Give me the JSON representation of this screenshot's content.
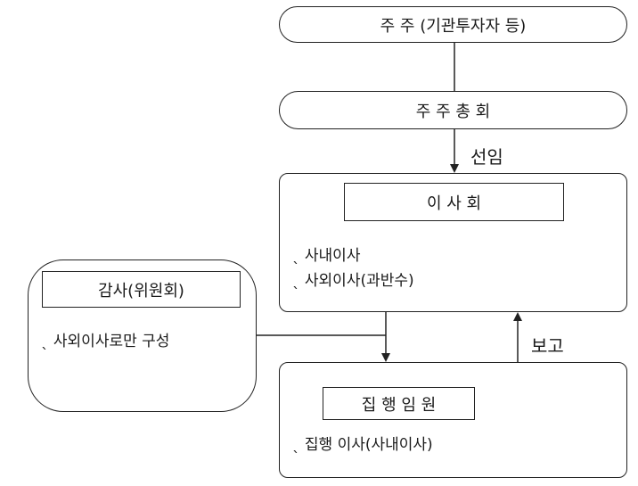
{
  "shareholders": "주 주 (기관투자자 등)",
  "general_meeting": "주 주 총 회",
  "appoint_label": "선임",
  "board": {
    "title": "이 사 회",
    "items": [
      "ˎ 사내이사",
      "ˎ 사외이사(과반수)"
    ]
  },
  "audit": {
    "title": "감사(위원회)",
    "items": [
      "ˎ 사외이사로만 구성"
    ]
  },
  "report_label": "보고",
  "executives": {
    "title": "집 행 임 원",
    "items": [
      "ˎ 집행 이사(사내이사)"
    ]
  }
}
